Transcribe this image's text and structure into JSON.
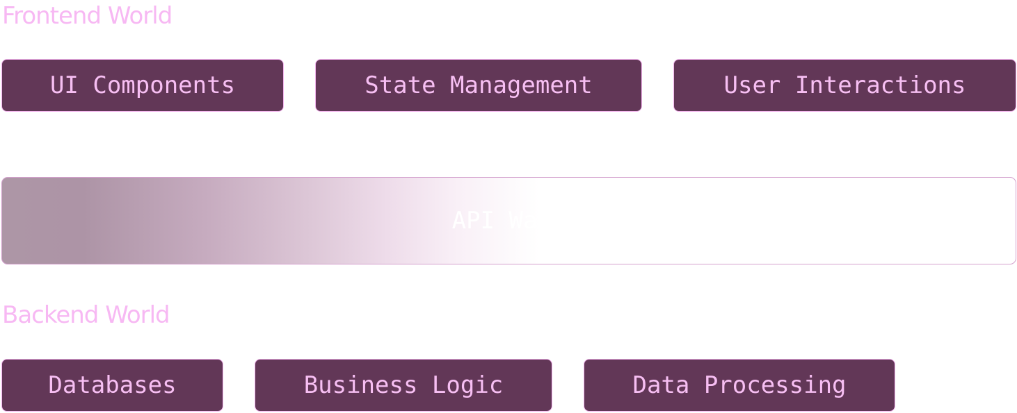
{
  "frontend": {
    "title": "Frontend World",
    "items": [
      "UI Components",
      "State Management",
      "User Interactions"
    ]
  },
  "api": {
    "label": "API Wall"
  },
  "backend": {
    "title": "Backend World",
    "items": [
      "Databases",
      "Business Logic",
      "Data Processing"
    ]
  },
  "colors": {
    "accent_text": "#f7b8f3",
    "box_fill": "#623757",
    "box_border": "#f3b4ee",
    "api_gradient_start": "#ad94a6"
  }
}
